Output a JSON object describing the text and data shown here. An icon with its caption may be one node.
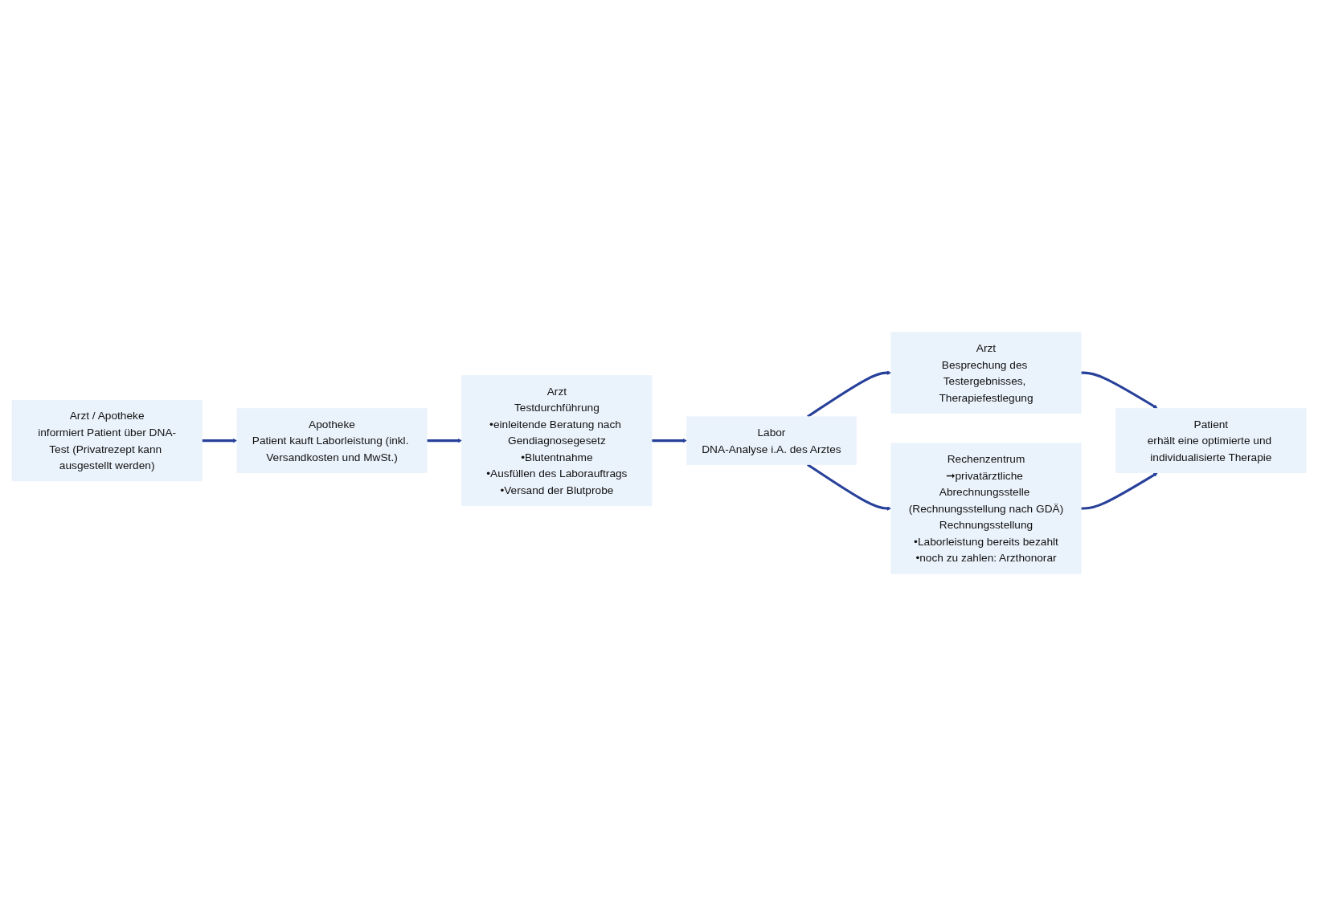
{
  "diagram": {
    "nodes": [
      {
        "text": [
          "Arzt / Apotheke",
          "informiert Patient über DNA-Test (Privatrezept kann ausgestellt werden)"
        ]
      },
      {
        "text": [
          "Apotheke",
          "Patient kauft Laborleistung (inkl. Versandkosten und MwSt.)"
        ]
      },
      {
        "text": [
          "Arzt",
          "Testdurchführung",
          "•einleitende Beratung nach Gendiagnosegesetz",
          "•Blutentnahme",
          "•Ausfüllen des Laborauftrags",
          "•Versand der Blutprobe"
        ]
      },
      {
        "text": [
          "Labor",
          "DNA-Analyse i.A. des Arztes"
        ]
      },
      {
        "text": [
          "Arzt",
          "Besprechung des Testergebnisses, Therapiefestlegung"
        ]
      },
      {
        "text": [
          "Patient",
          "erhält eine optimierte und individualisierte Therapie"
        ]
      },
      {
        "text": [
          "Rechenzentrum",
          "➞privatärztliche Abrechnungsstelle (Rechnungsstellung nach GDÄ)",
          "Rechnungsstellung",
          "•Laborleistung bereits bezahlt",
          "•noch zu zahlen: Arzthonorar"
        ]
      }
    ],
    "edges": [
      {
        "from": 0,
        "to": 1,
        "arrow": "to"
      },
      {
        "from": 1,
        "to": 2,
        "arrow": "to"
      },
      {
        "from": 2,
        "to": 3,
        "arrow": "to"
      },
      {
        "from": 3,
        "to": 4,
        "arrow": "to"
      },
      {
        "from": 4,
        "to": 5,
        "arrow": "to"
      },
      {
        "from": 3,
        "to": 6,
        "arrow": "to"
      },
      {
        "from": 6,
        "to": 5,
        "arrow": "to"
      }
    ]
  }
}
